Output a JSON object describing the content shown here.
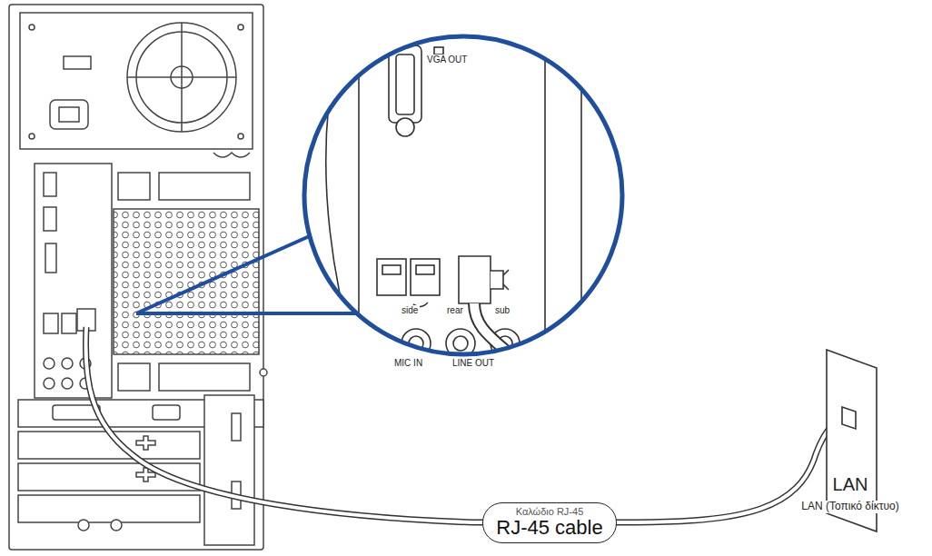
{
  "diagram": {
    "nodes": [
      {
        "text": [
          "Καλώδιο RJ-45",
          "RJ-45 cable"
        ]
      }
    ],
    "labels": [
      "VGA OUT",
      "side",
      "rear",
      "sub",
      "MIC IN",
      "LINE OUT",
      "LAN",
      "LAN (Τοπικό δίκτυο)"
    ]
  }
}
